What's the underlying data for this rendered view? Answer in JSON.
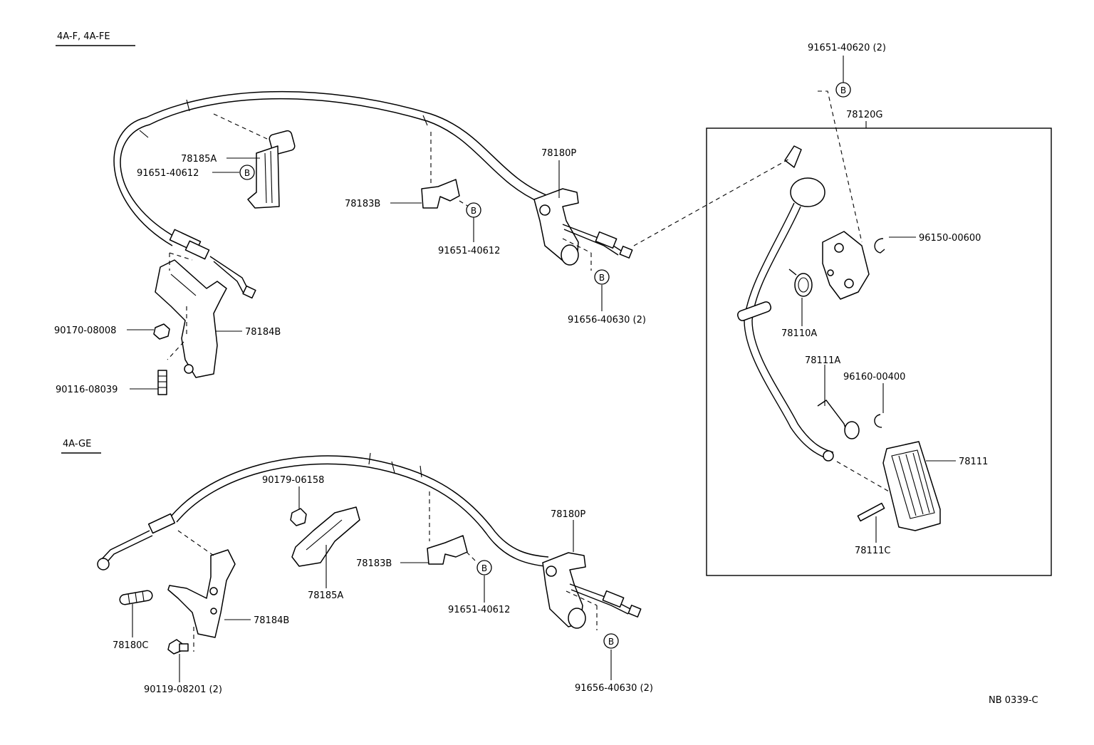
{
  "diagram_code": "NB 0339-C",
  "sections": [
    {
      "id": "upper",
      "title": "4A-F, 4A-FE"
    },
    {
      "id": "lower",
      "title": "4A-GE"
    }
  ],
  "marker_letter": "B",
  "labels": {
    "u_78185A": "78185A",
    "u_91651_40612_a": "91651-40612",
    "u_78183B": "78183B",
    "u_91651_40612_b": "91651-40612",
    "u_78180P": "78180P",
    "u_91656_40630": "91656-40630 (2)",
    "u_90170_08008": "90170-08008",
    "u_78184B": "78184B",
    "u_90116_08039": "90116-08039",
    "p_91651_40620": "91651-40620 (2)",
    "p_78120G": "78120G",
    "p_96150_00600": "96150-00600",
    "p_78110A": "78110A",
    "p_78111A": "78111A",
    "p_96160_00400": "96160-00400",
    "p_78111": "78111",
    "p_78111C": "78111C",
    "l_90179_06158": "90179-06158",
    "l_78185A": "78185A",
    "l_78183B": "78183B",
    "l_91651_40612": "91651-40612",
    "l_78180P": "78180P",
    "l_78184B": "78184B",
    "l_78180C": "78180C",
    "l_90119_08201": "90119-08201 (2)",
    "l_91656_40630": "91656-40630 (2)"
  }
}
